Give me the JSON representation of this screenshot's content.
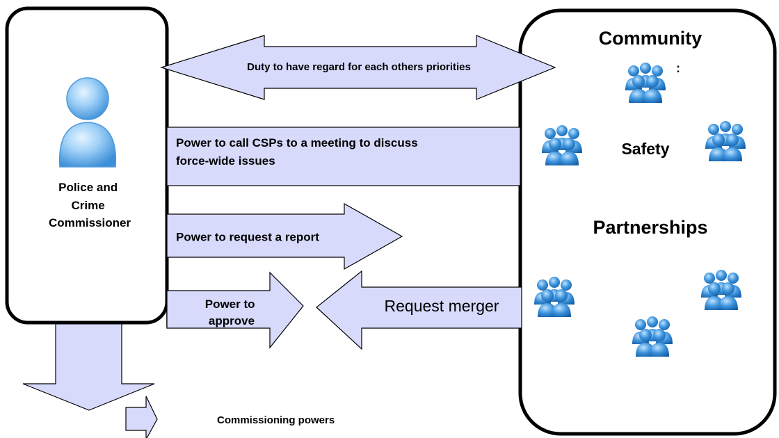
{
  "left_box": {
    "label_lines": [
      "Police and",
      "Crime",
      "Commissioner"
    ]
  },
  "right_box": {
    "title_words": [
      "Community",
      "Safety",
      "Partnerships"
    ],
    "stray_mark": ":"
  },
  "arrows": {
    "duty": "Duty to have regard for each others priorities",
    "call_meeting_lines": [
      "Power to call CSPs to a meeting to discuss",
      "force-wide issues"
    ],
    "request_report": "Power to request a report",
    "approve_lines": [
      "Power to",
      "approve"
    ],
    "request_merger": "Request merger",
    "commissioning": "Commissioning powers"
  },
  "colors": {
    "arrow_fill": "#d8dafc",
    "outline": "#000000",
    "icon_blue": "#2a7fd0",
    "icon_light": "#8fc6f2"
  },
  "icons": {
    "commissioner": "person-icon",
    "group": "people-group-icon"
  }
}
